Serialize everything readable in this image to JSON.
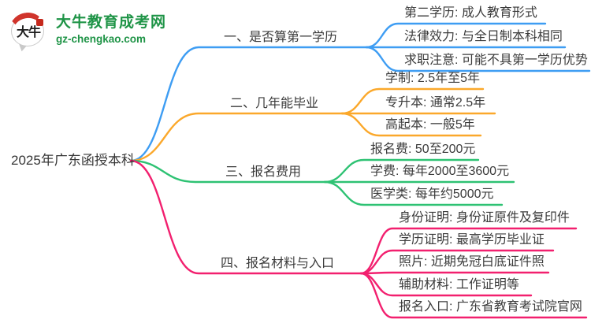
{
  "logo": {
    "brand": "大牛教育成考网",
    "domain": "gz-chengkao.com",
    "icon_text": "大牛",
    "brand_color": "#1f9447",
    "icon_accent": "#d0342c"
  },
  "root": {
    "label": "2025年广东函授本科"
  },
  "branches": [
    {
      "label": "一、是否算第一学历",
      "color": "#3e9df3",
      "children": [
        "第二学历: 成人教育形式",
        "法律效力: 与全日制本科相同",
        "求职注意: 可能不具第一学历优势"
      ]
    },
    {
      "label": "二、几年能毕业",
      "color": "#fba82b",
      "children": [
        "学制: 2.5年至5年",
        "专升本: 通常2.5年",
        "高起本: 一般5年"
      ]
    },
    {
      "label": "三、报名费用",
      "color": "#2ec273",
      "children": [
        "报名费: 50至200元",
        "学费: 每年2000至3600元",
        "医学类: 每年约5000元"
      ]
    },
    {
      "label": "四、报名材料与入口",
      "color": "#f2206f",
      "children": [
        "身份证明: 身份证原件及复印件",
        "学历证明: 最高学历毕业证",
        "照片: 近期免冠白底证件照",
        "辅助材料: 工作证明等",
        "报名入口: 广东省教育考试院官网"
      ]
    }
  ]
}
